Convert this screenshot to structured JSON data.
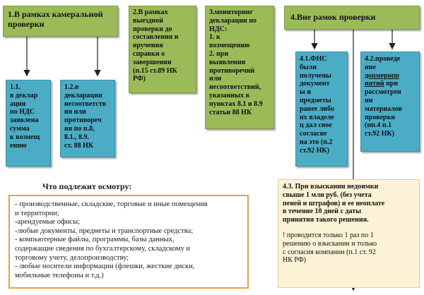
{
  "box1": {
    "lines": [
      "1.В рамках камеральной",
      "проверки"
    ]
  },
  "box2": {
    "lines": [
      "2.В рамках",
      "выездной",
      "проверки до",
      "составления и",
      "вручения",
      "справки о",
      "завершении",
      "(п.15 ст.89 НК",
      "РФ)"
    ]
  },
  "box3": {
    "lines": [
      "3.мониторинг",
      "декларации по",
      "НДС:",
      "1. к",
      "возмещению",
      "2. при",
      "выявлении",
      "противоречий",
      "или",
      "несоответствий,",
      "указанных в",
      "пунктах 8.1 и 8.9",
      "статьи 88 НК"
    ]
  },
  "box4": {
    "lines": [
      "4.Вне рамок проверки"
    ]
  },
  "box11": {
    "lines": [
      "1.1.",
      "в деклар",
      "ации",
      "по НДС",
      "заявлена",
      "сумма",
      "к возмещ",
      "ению"
    ]
  },
  "box12": {
    "lines": [
      "1.2.в",
      "декларации",
      "несоответств",
      "ия или",
      "противореч",
      "ия по п.8,",
      "8.1., 8.9.",
      "ст. 88 НК"
    ]
  },
  "box41": {
    "lines": [
      "4.1.ФНС",
      "были",
      "получены",
      "документ",
      "ы и",
      "предметы",
      "ранее либо",
      "их владеле",
      "ц дал свое",
      "согласие",
      "на это (п.2",
      "ст.92 НК)"
    ]
  },
  "box42": {
    "line1": "4.2.проведе",
    "line2": "ние",
    "line3": "допмеропр",
    "line4_ul": "иятий",
    "line4_rest": " при",
    "rest": [
      "рассмотрен",
      "ии",
      "материалов",
      "проверки",
      "(пп.4 п.1",
      "ст.92 НК)"
    ]
  },
  "box43": {
    "bold_lines": [
      "4.3. При взыскании недоимки",
      "свыше 1 млн руб. (без учета",
      "пеней и штрафов) и ее неоплате",
      "в течение 10 дней с даты",
      "принятия такого решения."
    ],
    "note_lines": [
      "! проводится только 1 раз по 1",
      "решению о взыскании и только",
      "с согласия компании (п.1 ст. 92",
      "НК РФ)"
    ]
  },
  "inspect": {
    "title": "Что подлежит осмотру:",
    "lines": [
      "- производственные, складские, торговые и иные помещения",
      "и территории;",
      "-арендуемые офисы;",
      "-любые документы, предметы и транспортные средства;",
      "- компьютерные файлы, программы, базы данных,",
      "содержащие сведения по бухгалтерскому, складскому и",
      "торговому учету, делопроизводству;",
      "- любые носители информации (флешки, жесткие диски,",
      "мобильные телефоны и т.д.)"
    ]
  }
}
